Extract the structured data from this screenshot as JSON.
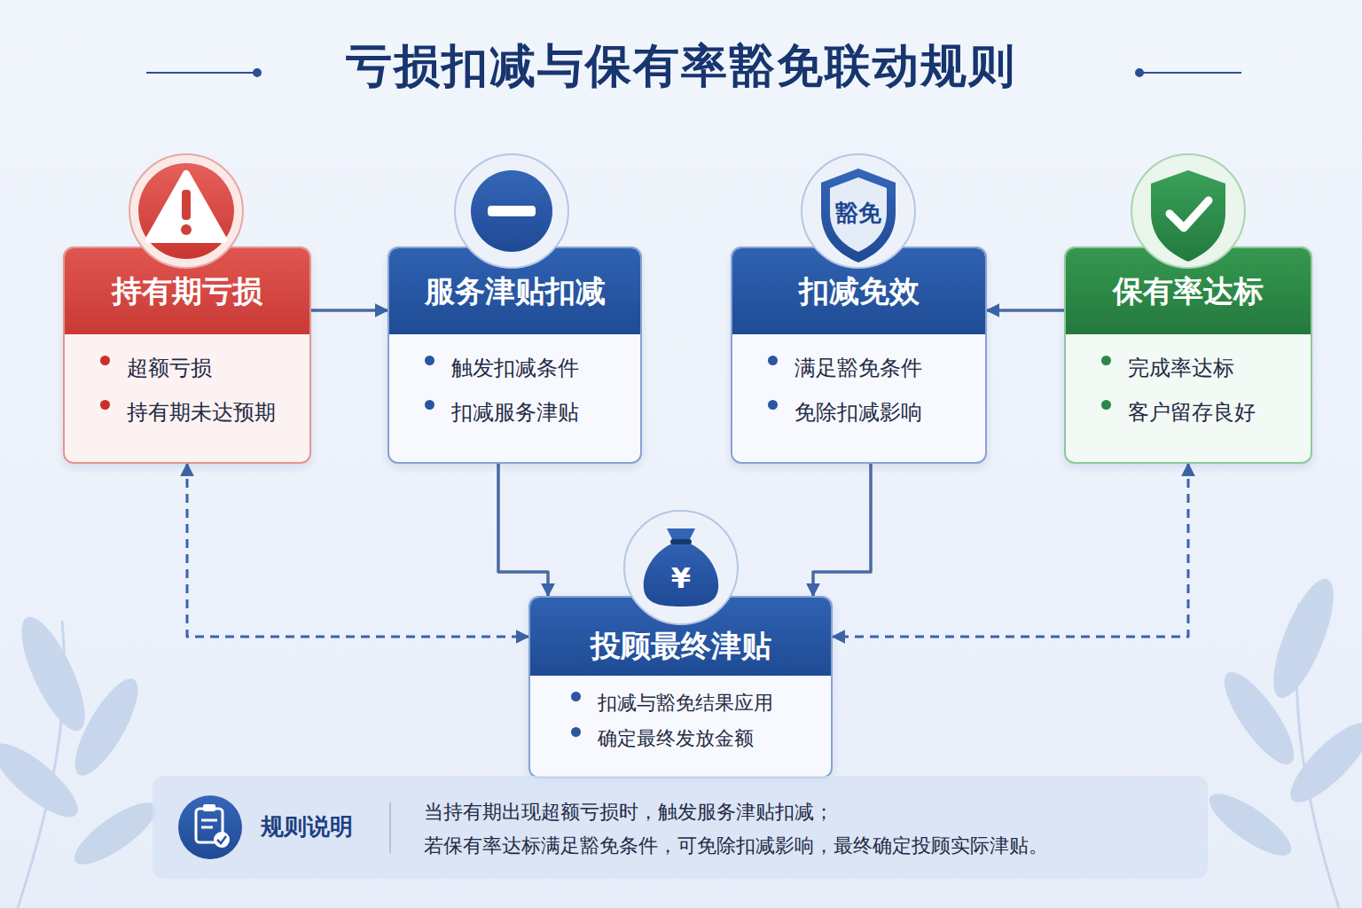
{
  "diagram": {
    "title": "亏损扣减与保有率豁免联动规则",
    "nodes": [
      {
        "text": [
          "持有期亏损",
          "超额亏损",
          "持有期未达预期"
        ]
      },
      {
        "text": [
          "服务津贴扣减",
          "触发扣减条件",
          "扣减服务津贴"
        ]
      },
      {
        "text": [
          "扣减免效",
          "满足豁免条件",
          "免除扣减影响"
        ]
      },
      {
        "text": [
          "保有率达标",
          "完成率达标",
          "客户留存良好"
        ]
      },
      {
        "text": [
          "投顾最终津贴",
          "扣减与豁免结果应用",
          "确定最终发放金额"
        ]
      },
      {
        "text": [
          "规则说明",
          "当持有期出现超额亏损时，触发服务津贴扣减；",
          "若保有率达标满足豁免条件，可免除扣减影响，最终确定投顾实际津贴。"
        ]
      }
    ],
    "edges": [
      {
        "from": 0,
        "to": 1,
        "arrow": "to"
      },
      {
        "from": 3,
        "to": 2,
        "arrow": "to"
      },
      {
        "from": 1,
        "to": 4,
        "arrow": "to"
      },
      {
        "from": 2,
        "to": 4,
        "arrow": "to"
      },
      {
        "from": 0,
        "to": 4,
        "arrow": "both"
      },
      {
        "from": 3,
        "to": 4,
        "arrow": "both"
      }
    ],
    "labels": [
      "豁免",
      "¥"
    ]
  }
}
